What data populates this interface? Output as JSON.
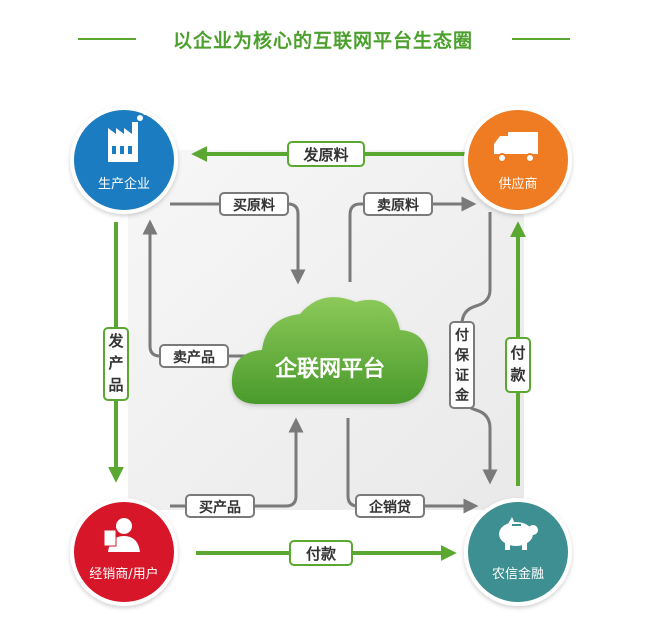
{
  "header": {
    "title": "以企业为核心的互联网平台生态圈"
  },
  "center": {
    "label": "企联网平台"
  },
  "nodes": {
    "producer": {
      "label": "生产企业",
      "color": "#1a7cc1",
      "icon": "factory-icon"
    },
    "supplier": {
      "label": "供应商",
      "color": "#ef7b22",
      "icon": "truck-icon"
    },
    "dealer": {
      "label": "经销商/用户",
      "color": "#d7192b",
      "icon": "user-icon"
    },
    "finance": {
      "label": "农信金融",
      "color": "#3e8f91",
      "icon": "piggy-bank-icon"
    }
  },
  "edges": {
    "ship_materials": "发原料",
    "ship_products": "发产品",
    "pay_supplier": "付款",
    "pay_dealer": "付款",
    "buy_materials": "买原料",
    "sell_materials": "卖原料",
    "sell_products": "卖产品",
    "buy_products": "买产品",
    "deposit": "付保证金",
    "loan": "企销贷"
  },
  "colors": {
    "accent_green": "#5aa832",
    "gray_arrow": "#7a7a7a",
    "label_bg": "#ffffff"
  }
}
